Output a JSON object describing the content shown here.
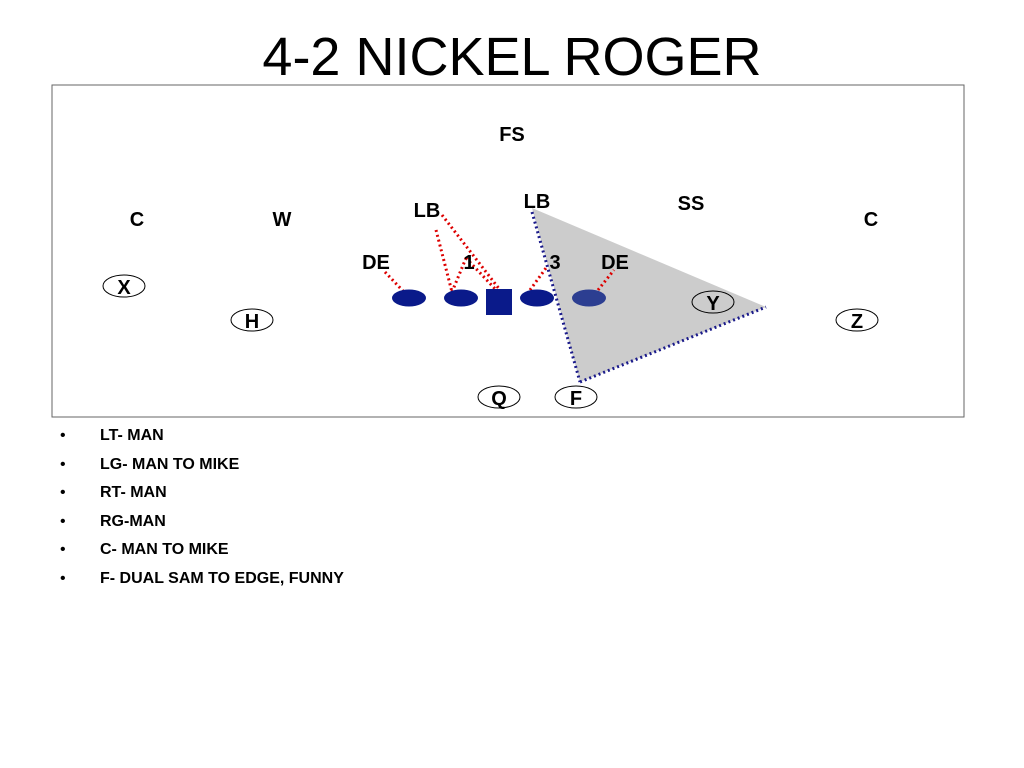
{
  "title": "4-2 NICKEL ROGER",
  "defense": {
    "fs": "FS",
    "ss": "SS",
    "lb_left": "LB",
    "lb_right": "LB",
    "corner_left": "C",
    "corner_right": "C",
    "will": "W",
    "de_left": "DE",
    "de_right": "DE",
    "tech_1": "1",
    "tech_3": "3"
  },
  "offense": {
    "x": "X",
    "h": "H",
    "y": "Y",
    "z": "Z",
    "q": "Q",
    "f": "F"
  },
  "colors": {
    "lineman": "#0a1a8a",
    "block_line": "#dd0000",
    "route_line": "#1a1a8a",
    "zone_fill": "#cccccc",
    "border": "#666666"
  },
  "notes": [
    "LT- MAN",
    "LG- MAN TO MIKE",
    "RT- MAN",
    "RG-MAN",
    "C- MAN TO MIKE",
    "F- DUAL SAM TO EDGE, FUNNY"
  ]
}
